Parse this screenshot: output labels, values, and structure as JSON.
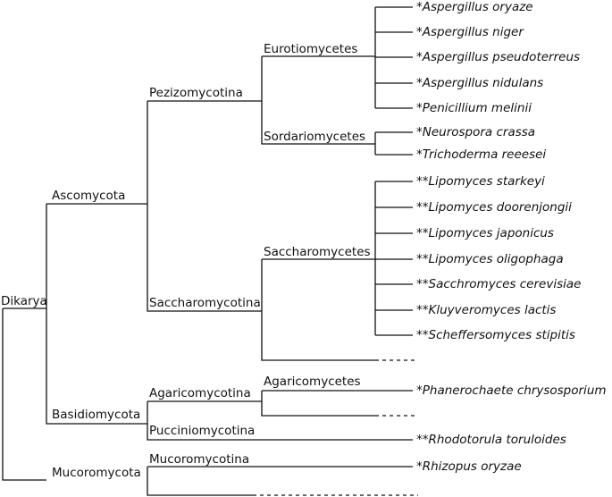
{
  "tree": {
    "clades": {
      "dikarya": "Dikarya",
      "ascomycota": "Ascomycota",
      "pezizomycotina": "Pezizomycotina",
      "eurotiomycetes": "Eurotiomycetes",
      "sordariomycetes": "Sordariomycetes",
      "saccharomycotina": "Saccharomycotina",
      "saccharomycetes": "Saccharomycetes",
      "basidiomycota": "Basidiomycota",
      "agaricomycotina": "Agaricomycotina",
      "agaricomycetes": "Agaricomycetes",
      "pucciniomycotina": "Pucciniomycotina",
      "mucoromycota": "Mucoromycota",
      "mucoromycotina": "Mucoromycotina"
    },
    "species": [
      {
        "mark": "*",
        "name": "Aspergillus oryaze"
      },
      {
        "mark": "*",
        "name": "Aspergillus niger"
      },
      {
        "mark": "*",
        "name": "Aspergillus pseudoterreus"
      },
      {
        "mark": "*",
        "name": "Aspergillus nidulans"
      },
      {
        "mark": "*",
        "name": "Penicillium melinii"
      },
      {
        "mark": "*",
        "name": "Neurospora crassa"
      },
      {
        "mark": "*",
        "name": "Trichoderma reeesei"
      },
      {
        "mark": "**",
        "name": "Lipomyces starkeyi"
      },
      {
        "mark": "**",
        "name": "Lipomyces doorenjongii"
      },
      {
        "mark": "**",
        "name": "Lipomyces japonicus"
      },
      {
        "mark": "**",
        "name": "Lipomyces oligophaga"
      },
      {
        "mark": "**",
        "name": "Sacchromyces cerevisiae"
      },
      {
        "mark": "**",
        "name": "Kluyveromyces lactis"
      },
      {
        "mark": "**",
        "name": "Scheffersomyces stipitis"
      },
      {
        "mark": "*",
        "name": "Phanerochaete chrysosporium"
      },
      {
        "mark": "**",
        "name": "Rhodotorula toruloides"
      },
      {
        "mark": "*",
        "name": "Rhizopus oryzae"
      }
    ]
  }
}
